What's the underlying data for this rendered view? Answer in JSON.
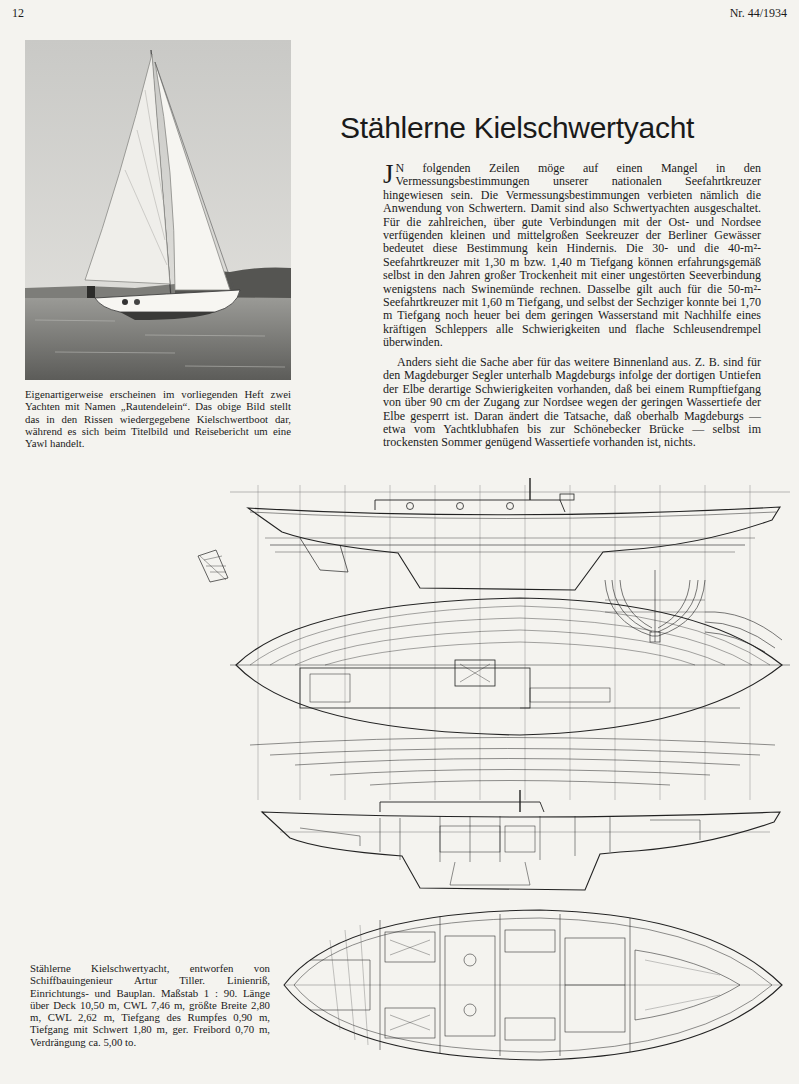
{
  "diagram": {
    "title": "Stählerne Kielschwertyacht",
    "caption": "Stählerne Kielschwertyacht, entworfen von Schiffbauingenieur Artur Tiller. Linienriß, Einrichtungs- und Bauplan. Maßstab 1 : 90. Länge über Deck 10,50 m, CWL 7,46 m, größte Breite 2,80 m, CWL 2,62 m, Tiefgang des Rumpfes 0,90 m, Tiefgang mit Schwert 1,80 m, ger. Freibord 0,70 m, Verdrängung ca. 5,00 to.",
    "labels": [
      "12",
      "Nr. 44/1934",
      "Eigenartigerweise erscheinen im vorliegenden Heft zwei Yachten mit Namen „Rautendelein“. Das obige Bild stellt das in den Rissen wiedergegebene Kielschwertboot dar, während es sich beim Titelbild und Reisebericht um eine Yawl handelt.",
      "JN folgenden Zeilen möge auf einen Mangel in den Vermessungsbestimmungen unserer nationalen Seefahrtkreuzer hingewiesen sein. Die Vermessungsbestimmungen verbieten nämlich die Anwendung von Schwertern. Damit sind also Schwertyachten ausgeschaltet. Für die zahlreichen, über gute Verbindungen mit der Ost- und Nordsee verfügenden kleinen und mittelgroßen Seekreuzer der Berliner Gewässer bedeutet diese Bestimmung kein Hindernis. Die 30- und die 40-m²-Seefahrtkreuzer mit 1,30 m bzw. 1,40 m Tiefgang können erfahrungsgemäß selbst in den Jahren großer Trockenheit mit einer ungestörten Seeverbindung wenigstens nach Swinemünde rechnen. Dasselbe gilt auch für die 50-m²-Seefahrtkreuzer mit 1,60 m Tiefgang, und selbst der Sechziger konnte bei 1,70 m Tiefgang noch heuer bei dem geringen Wasserstand mit Nachhilfe eines kräftigen Schleppers alle Schwierigkeiten und flache Schleusendrempel überwinden.",
      "Anders sieht die Sache aber für das weitere Binnenland aus. Z. B. sind für den Magdeburger Segler unterhalb Magdeburgs infolge der dortigen Untiefen der Elbe derartige Schwierigkeiten vorhanden, daß bei einem Rumpftiefgang von über 90 cm der Zugang zur Nordsee wegen der geringen Wassertiefe der Elbe gesperrt ist. Daran ändert die Tatsache, daß oberhalb Magdeburgs — etwa vom Yachtklubhafen bis zur Schönebecker Brücke — selbst im trockensten Sommer genügend Wassertiefe vorhanden ist, nichts."
    ]
  }
}
